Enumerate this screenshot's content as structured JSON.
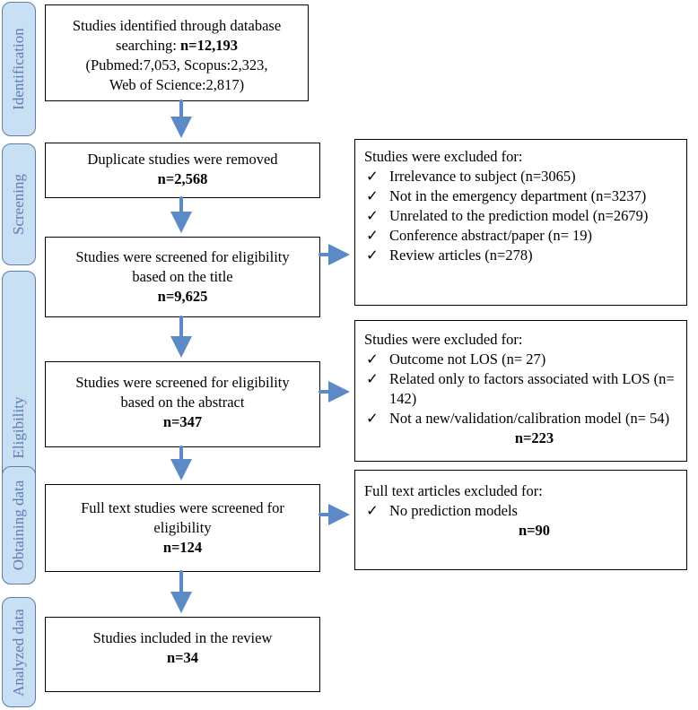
{
  "phases": {
    "identification": "Identification",
    "screening": "Screening",
    "eligibility": "Eligibility",
    "obtaining": "Obtaining data",
    "analyzed": "Analyzed data"
  },
  "identified": {
    "line1": "Studies identified through database",
    "line2_text": "searching: ",
    "line2_count": "n=12,193",
    "line3": "(Pubmed:7,053, Scopus:2,323,",
    "line4": "Web of Science:2,817)"
  },
  "duplicates": {
    "line1": "Duplicate studies were removed",
    "count": "n=2,568"
  },
  "title_screen": {
    "line1": "Studies were screened for eligibility",
    "line2": "based on the title",
    "count": "n=9,625"
  },
  "abstract_screen": {
    "line1": "Studies were screened for eligibility",
    "line2": "based on the abstract",
    "count": "n=347"
  },
  "fulltext_screen": {
    "line1": "Full text studies were screened for",
    "line2": "eligibility",
    "count": "n=124"
  },
  "included": {
    "line1": "Studies included in the review",
    "count": "n=34"
  },
  "exclusion_title": {
    "heading": "Studies were excluded for:",
    "items": [
      "Irrelevance to subject (n=3065)",
      "Not in the emergency department (n=3237)",
      "Unrelated to the prediction model (n=2679)",
      "Conference abstract/paper (n= 19)",
      "Review articles (n=278)"
    ]
  },
  "exclusion_abstract": {
    "heading": "Studies were excluded for:",
    "item1": "Outcome not LOS (n= 27)",
    "item2a": "Related only to factors associated with LOS (n=",
    "item2b": "142)",
    "item3": "Not a new/validation/calibration model (n= 54)",
    "total": "n=223"
  },
  "exclusion_fulltext": {
    "heading": "Full text articles excluded for:",
    "item1": "No prediction models",
    "total": "n=90"
  },
  "check_glyph": "✓",
  "colors": {
    "arrow": "#5b8ac6",
    "phase_fill": "#c9dff4",
    "phase_text": "#5a7fae",
    "phase_border": "#5b7fa6"
  }
}
